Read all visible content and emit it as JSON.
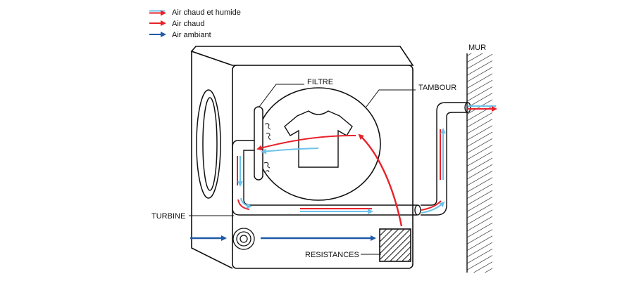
{
  "legend": [
    {
      "label": "Air chaud et humide",
      "color": "#e8222a",
      "color2": "#6ec3ea"
    },
    {
      "label": "Air chaud",
      "color": "#e8222a"
    },
    {
      "label": "Air ambiant",
      "color": "#1e5aa8"
    }
  ],
  "labels": {
    "filtre": "FILTRE",
    "tambour": "TAMBOUR",
    "mur": "MUR",
    "turbine": "TURBINE",
    "resistances": "RESISTANCES"
  },
  "colors": {
    "hot_air": "#e8222a",
    "humid_air": "#6ec3ea",
    "ambient_air": "#1e5aa8",
    "line": "#111111"
  },
  "icons": [
    "shirt-icon",
    "turbine-icon",
    "heating-element-icon",
    "lint-icon"
  ]
}
